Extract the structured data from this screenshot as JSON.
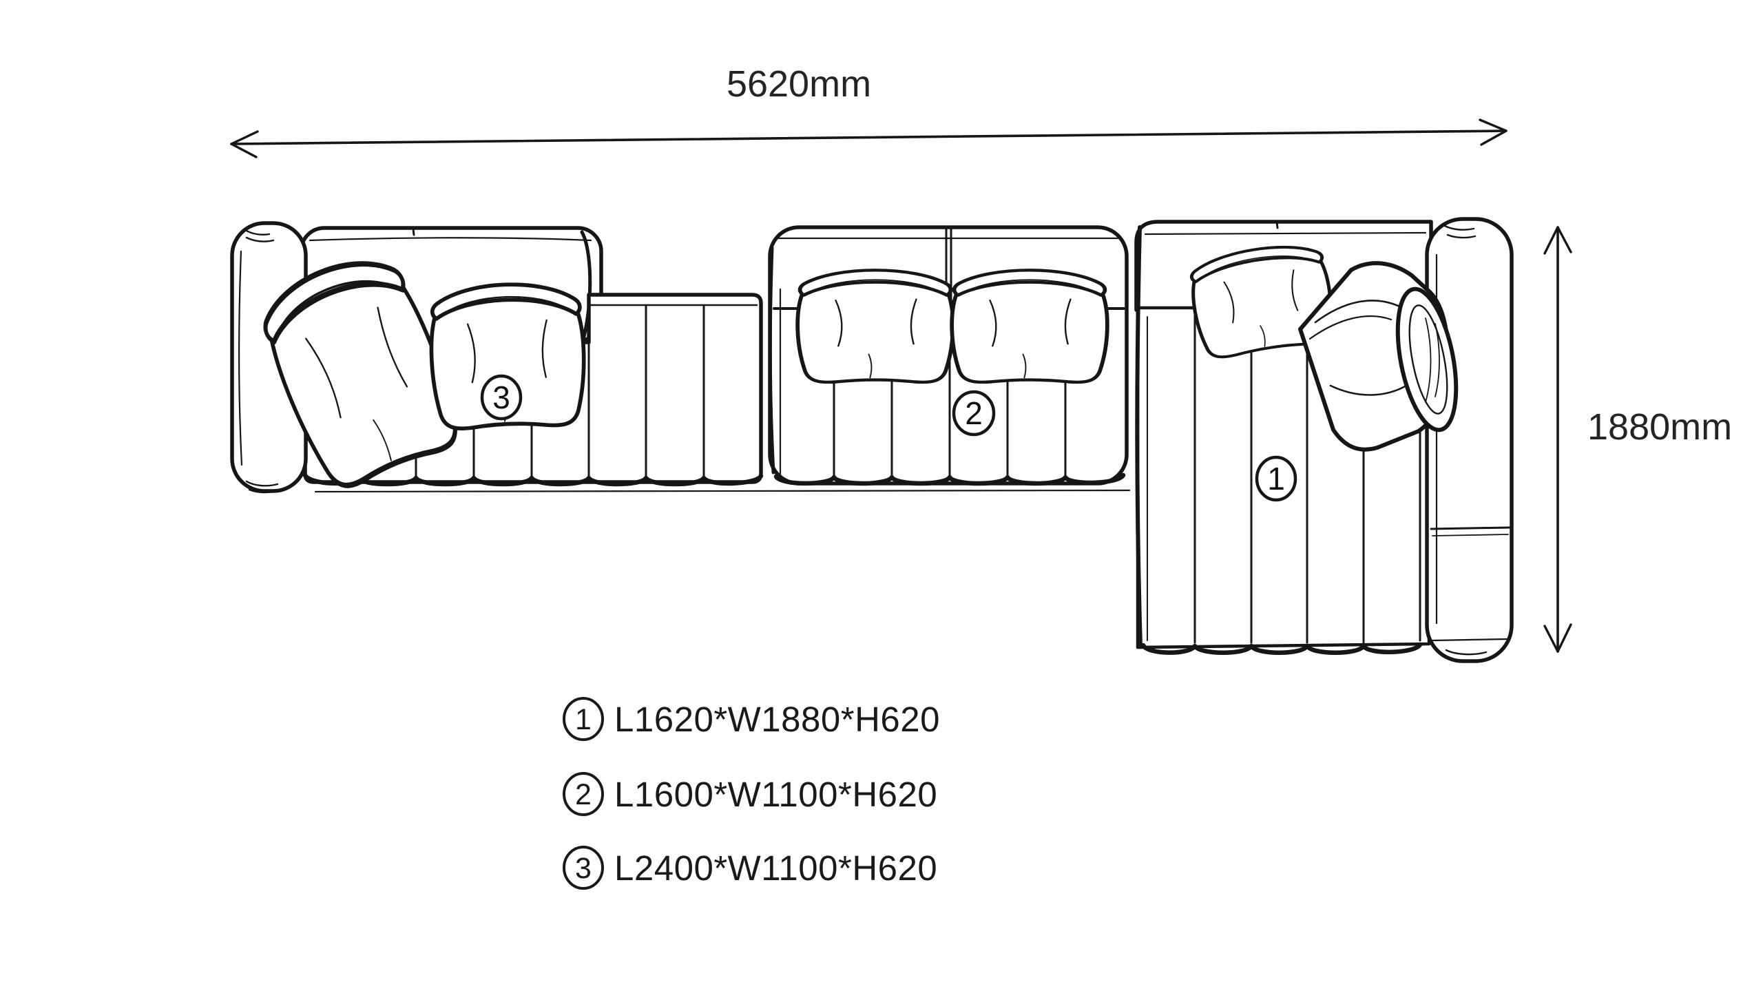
{
  "diagram": {
    "width_label": "5620mm",
    "depth_label": "1880mm"
  },
  "markers": {
    "s1": "1",
    "s2": "2",
    "s3": "3"
  },
  "legend": {
    "items": [
      {
        "num": "1",
        "dims": "L1620*W1880*H620"
      },
      {
        "num": "2",
        "dims": "L1600*W1100*H620"
      },
      {
        "num": "3",
        "dims": "L2400*W1100*H620"
      }
    ]
  },
  "colors": {
    "line": "#161616",
    "background": "#ffffff"
  }
}
